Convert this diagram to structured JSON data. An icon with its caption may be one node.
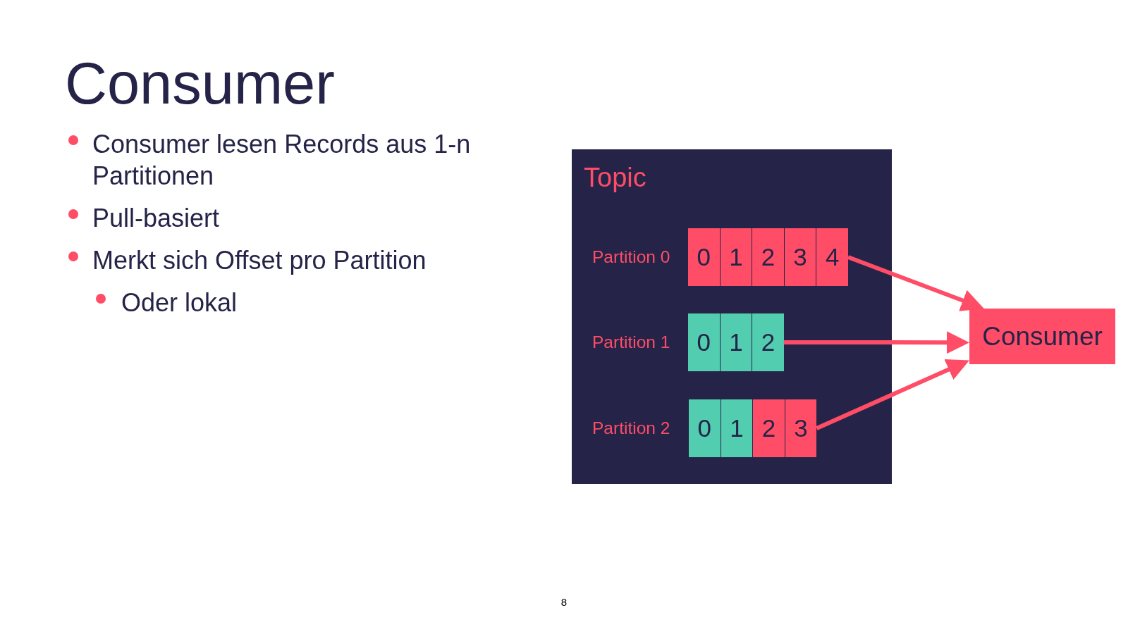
{
  "diagram": {
    "title": "Consumer",
    "nodes": [
      {
        "text": [
          "Topic"
        ]
      },
      {
        "text": [
          "Partition 0"
        ],
        "in": 0
      },
      {
        "text": [
          "0"
        ],
        "in": 1
      },
      {
        "text": [
          "1"
        ],
        "in": 1
      },
      {
        "text": [
          "2"
        ],
        "in": 1
      },
      {
        "text": [
          "3"
        ],
        "in": 1
      },
      {
        "text": [
          "4"
        ],
        "in": 1
      },
      {
        "text": [
          "Partition 1"
        ],
        "in": 0
      },
      {
        "text": [
          "0"
        ],
        "in": 7
      },
      {
        "text": [
          "1"
        ],
        "in": 7
      },
      {
        "text": [
          "2"
        ],
        "in": 7
      },
      {
        "text": [
          "Partition 2"
        ],
        "in": 0
      },
      {
        "text": [
          "0"
        ],
        "in": 11
      },
      {
        "text": [
          "1"
        ],
        "in": 11
      },
      {
        "text": [
          "2"
        ],
        "in": 11
      },
      {
        "text": [
          "3"
        ],
        "in": 11
      },
      {
        "text": [
          "Consumer"
        ]
      }
    ],
    "edges": [
      {
        "from": 1,
        "to": 16,
        "arrow": "to"
      },
      {
        "from": 7,
        "to": 16,
        "arrow": "to"
      },
      {
        "from": 11,
        "to": 16,
        "arrow": "to"
      }
    ],
    "labels": [
      "Consumer lesen Records aus 1-n Partitionen",
      "Pull-basiert",
      "Merkt sich Offset pro Partition",
      "Oder lokal",
      "8"
    ]
  }
}
